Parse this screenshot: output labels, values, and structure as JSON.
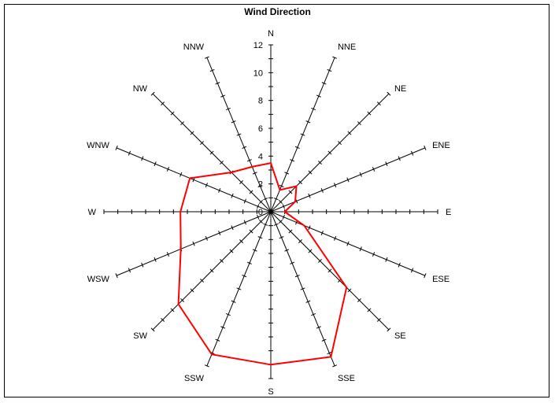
{
  "chart_data": {
    "type": "radar",
    "title": "Wind Direction",
    "directions": [
      "N",
      "NNE",
      "NE",
      "ENE",
      "E",
      "ESE",
      "SE",
      "SSE",
      "S",
      "SSW",
      "SW",
      "WSW",
      "W",
      "WNW",
      "NW",
      "NNW"
    ],
    "radial_ticks": [
      "0",
      "2",
      "4",
      "6",
      "8",
      "10",
      "12"
    ],
    "rlim": [
      0,
      12
    ],
    "tick_step": 1,
    "grid": false,
    "series": [
      {
        "values": [
          3.5,
          1.7,
          2.6,
          1.9,
          1.0,
          2.6,
          7.7,
          11.3,
          11.0,
          11.1,
          9.4,
          7.0,
          6.5,
          6.3,
          4.0,
          3.5
        ],
        "color": "#ff0000"
      }
    ],
    "axis_color": "#000000"
  }
}
